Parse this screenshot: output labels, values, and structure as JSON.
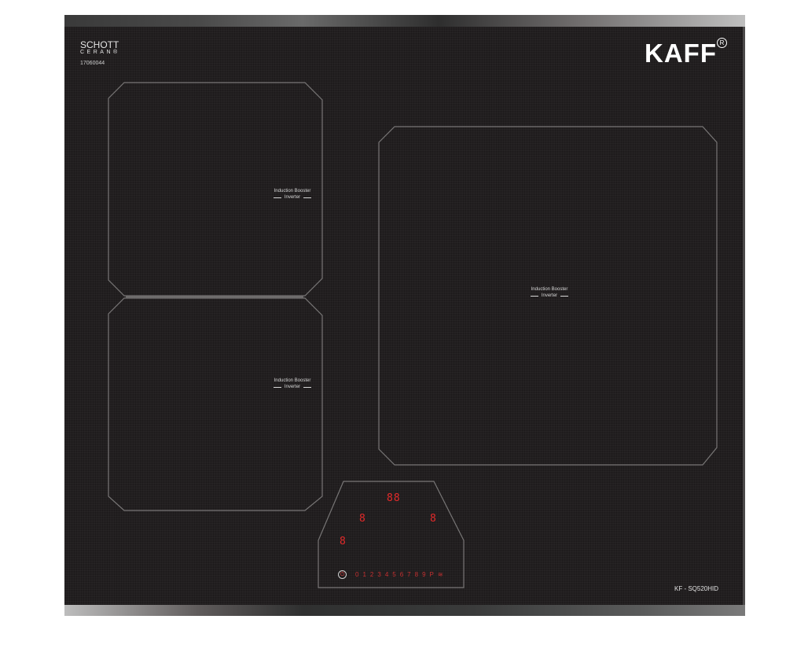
{
  "brand": {
    "name": "KAFF",
    "registered": "R"
  },
  "glass": {
    "line1": "SCHOTT",
    "line2": "CERAN",
    "mark": "®",
    "code": "17060044"
  },
  "zones": [
    {
      "id": "top-left",
      "label": "Induction Booster",
      "sub": "Inverter"
    },
    {
      "id": "bottom-left",
      "label": "Induction Booster",
      "sub": "Inverter"
    },
    {
      "id": "right-large",
      "label": "Induction Booster",
      "sub": "Inverter"
    }
  ],
  "control_panel": {
    "displays": {
      "timer": "88",
      "zone_left": "8",
      "zone_right": "8",
      "zone_bottom_left": "8"
    },
    "power_symbol": "⏻",
    "scale": [
      "0",
      "1",
      "2",
      "3",
      "4",
      "5",
      "6",
      "7",
      "8",
      "9",
      "P",
      "≋"
    ]
  },
  "model": "KF - SQ520HID",
  "colors": {
    "glass": "#221f20",
    "lines": "#7a7a7a",
    "display": "#e42a2a",
    "text": "#e6e6e6"
  }
}
